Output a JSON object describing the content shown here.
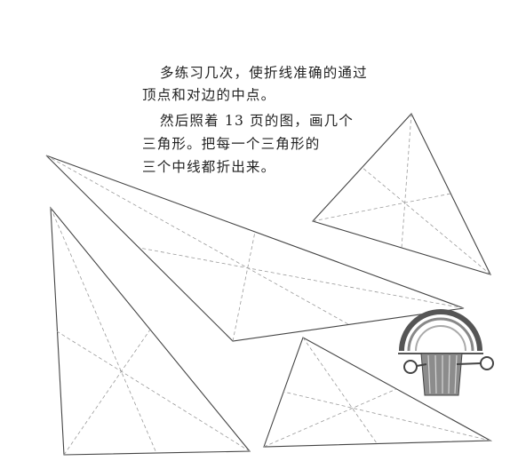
{
  "instructions": {
    "line1": "多练习几次，使折线准确的通过",
    "line2": "顶点和对边的中点。",
    "line3": "然后照着 13 页的图，画几个",
    "line4": "三角形。把每一个三角形的",
    "line5": "三个中线都折出来。"
  },
  "colors": {
    "ink": "#222222",
    "triangle_outline": "#444444",
    "fold_line": "#9a9a9a",
    "protractor": "#6e6e6e"
  },
  "illustration": {
    "icon": "protractor-icon"
  }
}
